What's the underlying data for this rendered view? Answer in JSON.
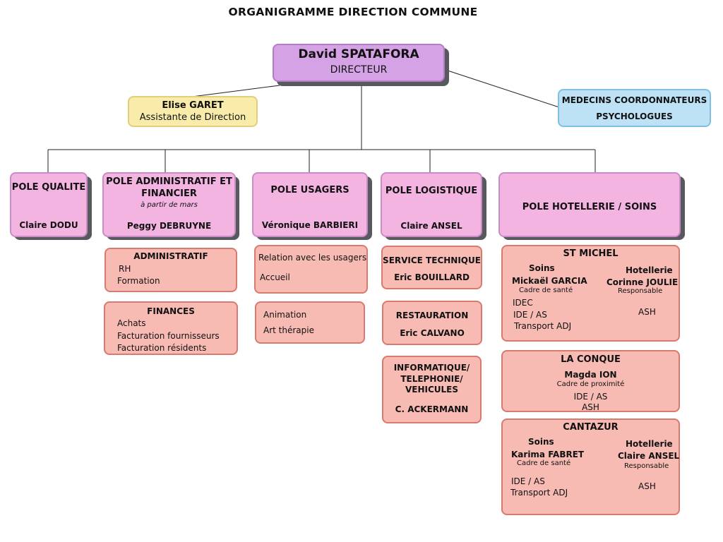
{
  "title": "ORGANIGRAMME DIRECTION COMMUNE",
  "director": {
    "name": "David SPATAFORA",
    "role": "DIRECTEUR"
  },
  "assistant": {
    "name": "Elise GARET",
    "role": "Assistante de Direction"
  },
  "medical": {
    "line1": "MEDECINS COORDONNATEURS",
    "line2": "PSYCHOLOGUES"
  },
  "poles": {
    "qualite": {
      "name": "POLE QUALITE",
      "person": "Claire DODU"
    },
    "admin": {
      "name_line1": "POLE ADMINISTRATIF ET",
      "name_line2": "FINANCIER",
      "note": "à partir de mars",
      "person": "Peggy DEBRUYNE"
    },
    "usagers": {
      "name": "POLE USAGERS",
      "person": "Véronique BARBIERI"
    },
    "logistique": {
      "name": "POLE LOGISTIQUE",
      "person": "Claire ANSEL"
    },
    "hotellerie": {
      "name": "POLE HOTELLERIE / SOINS"
    }
  },
  "admin_units": {
    "administratif": {
      "title": "ADMINISTRATIF",
      "items": [
        "RH",
        "Formation"
      ]
    },
    "finances": {
      "title": "FINANCES",
      "items": [
        "Achats",
        "Facturation fournisseurs",
        "Facturation résidents"
      ]
    }
  },
  "usagers_units": {
    "box1": {
      "items": [
        "Relation avec les usagers",
        "Accueil"
      ]
    },
    "box2": {
      "items": [
        "Animation",
        "Art thérapie"
      ]
    }
  },
  "logistique_units": {
    "technique": {
      "title": "SERVICE TECHNIQUE",
      "person": "Eric BOUILLARD"
    },
    "restauration": {
      "title": "RESTAURATION",
      "person": "Eric CALVANO"
    },
    "informatique": {
      "title_line1": "INFORMATIQUE/",
      "title_line2": "TELEPHONIE/",
      "title_line3": "VEHICULES",
      "person": "C. ACKERMANN"
    }
  },
  "sites": {
    "st_michel": {
      "name": "ST MICHEL",
      "soins_label": "Soins",
      "soins_person": "Mickaël GARCIA",
      "soins_role": "Cadre de santé",
      "soins_items": [
        "IDEC",
        "IDE / AS",
        "Transport ADJ"
      ],
      "hotel_label": "Hotellerie",
      "hotel_person": "Corinne JOULIE",
      "hotel_role": "Responsable",
      "hotel_item": "ASH"
    },
    "la_conque": {
      "name": "LA CONQUE",
      "person": "Magda ION",
      "role": "Cadre de proximité",
      "items": [
        "IDE / AS",
        "ASH"
      ]
    },
    "cantazur": {
      "name": "CANTAZUR",
      "soins_label": "Soins",
      "soins_person": "Karima FABRET",
      "soins_role": "Cadre de santé",
      "soins_items": [
        "IDE / AS",
        "Transport ADJ"
      ],
      "hotel_label": "Hotellerie",
      "hotel_person": "Claire ANSEL",
      "hotel_role": "Responsable",
      "hotel_item": "ASH"
    }
  },
  "colors": {
    "director": "#d6a2e6",
    "pole": "#f4b4e2",
    "assistant": "#f9ecaa",
    "medical": "#bde2f6",
    "unit": "#f7bbb4",
    "shadow": "#58585f"
  }
}
